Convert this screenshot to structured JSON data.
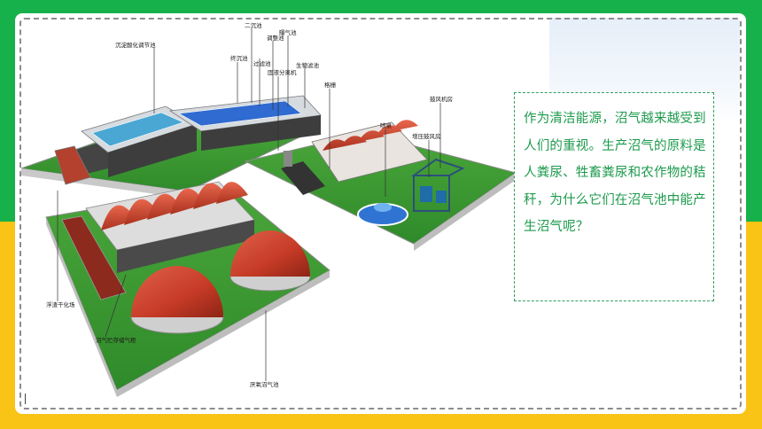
{
  "slide": {
    "question": "作为清洁能源，沼气越来越受到人们的重视。生产沼气的原料是人粪尿、牲畜粪尿和农作物的秸秆，为什么它们在沼气池中能产生沼气呢？"
  },
  "diagram": {
    "labels": {
      "sludge_tank": "沉淀酸化调节池",
      "secondary_clarifier": "二沉池",
      "aeration_tank": "曝气池",
      "adjust_tank": "调整池",
      "final_settling": "终沉池",
      "filter_tank": "过滤池",
      "solid_liquid_separator": "固液分离机",
      "bio_filter": "生物滤池",
      "grid": "格栅",
      "fountain": "喷泉",
      "manure_house": "增压鼓风房",
      "fan_room": "鼓风机房",
      "drying_bed": "浮渣干化场",
      "gas_storage": "沼气贮存储气柜",
      "digester": "厌氧沼气池"
    }
  }
}
